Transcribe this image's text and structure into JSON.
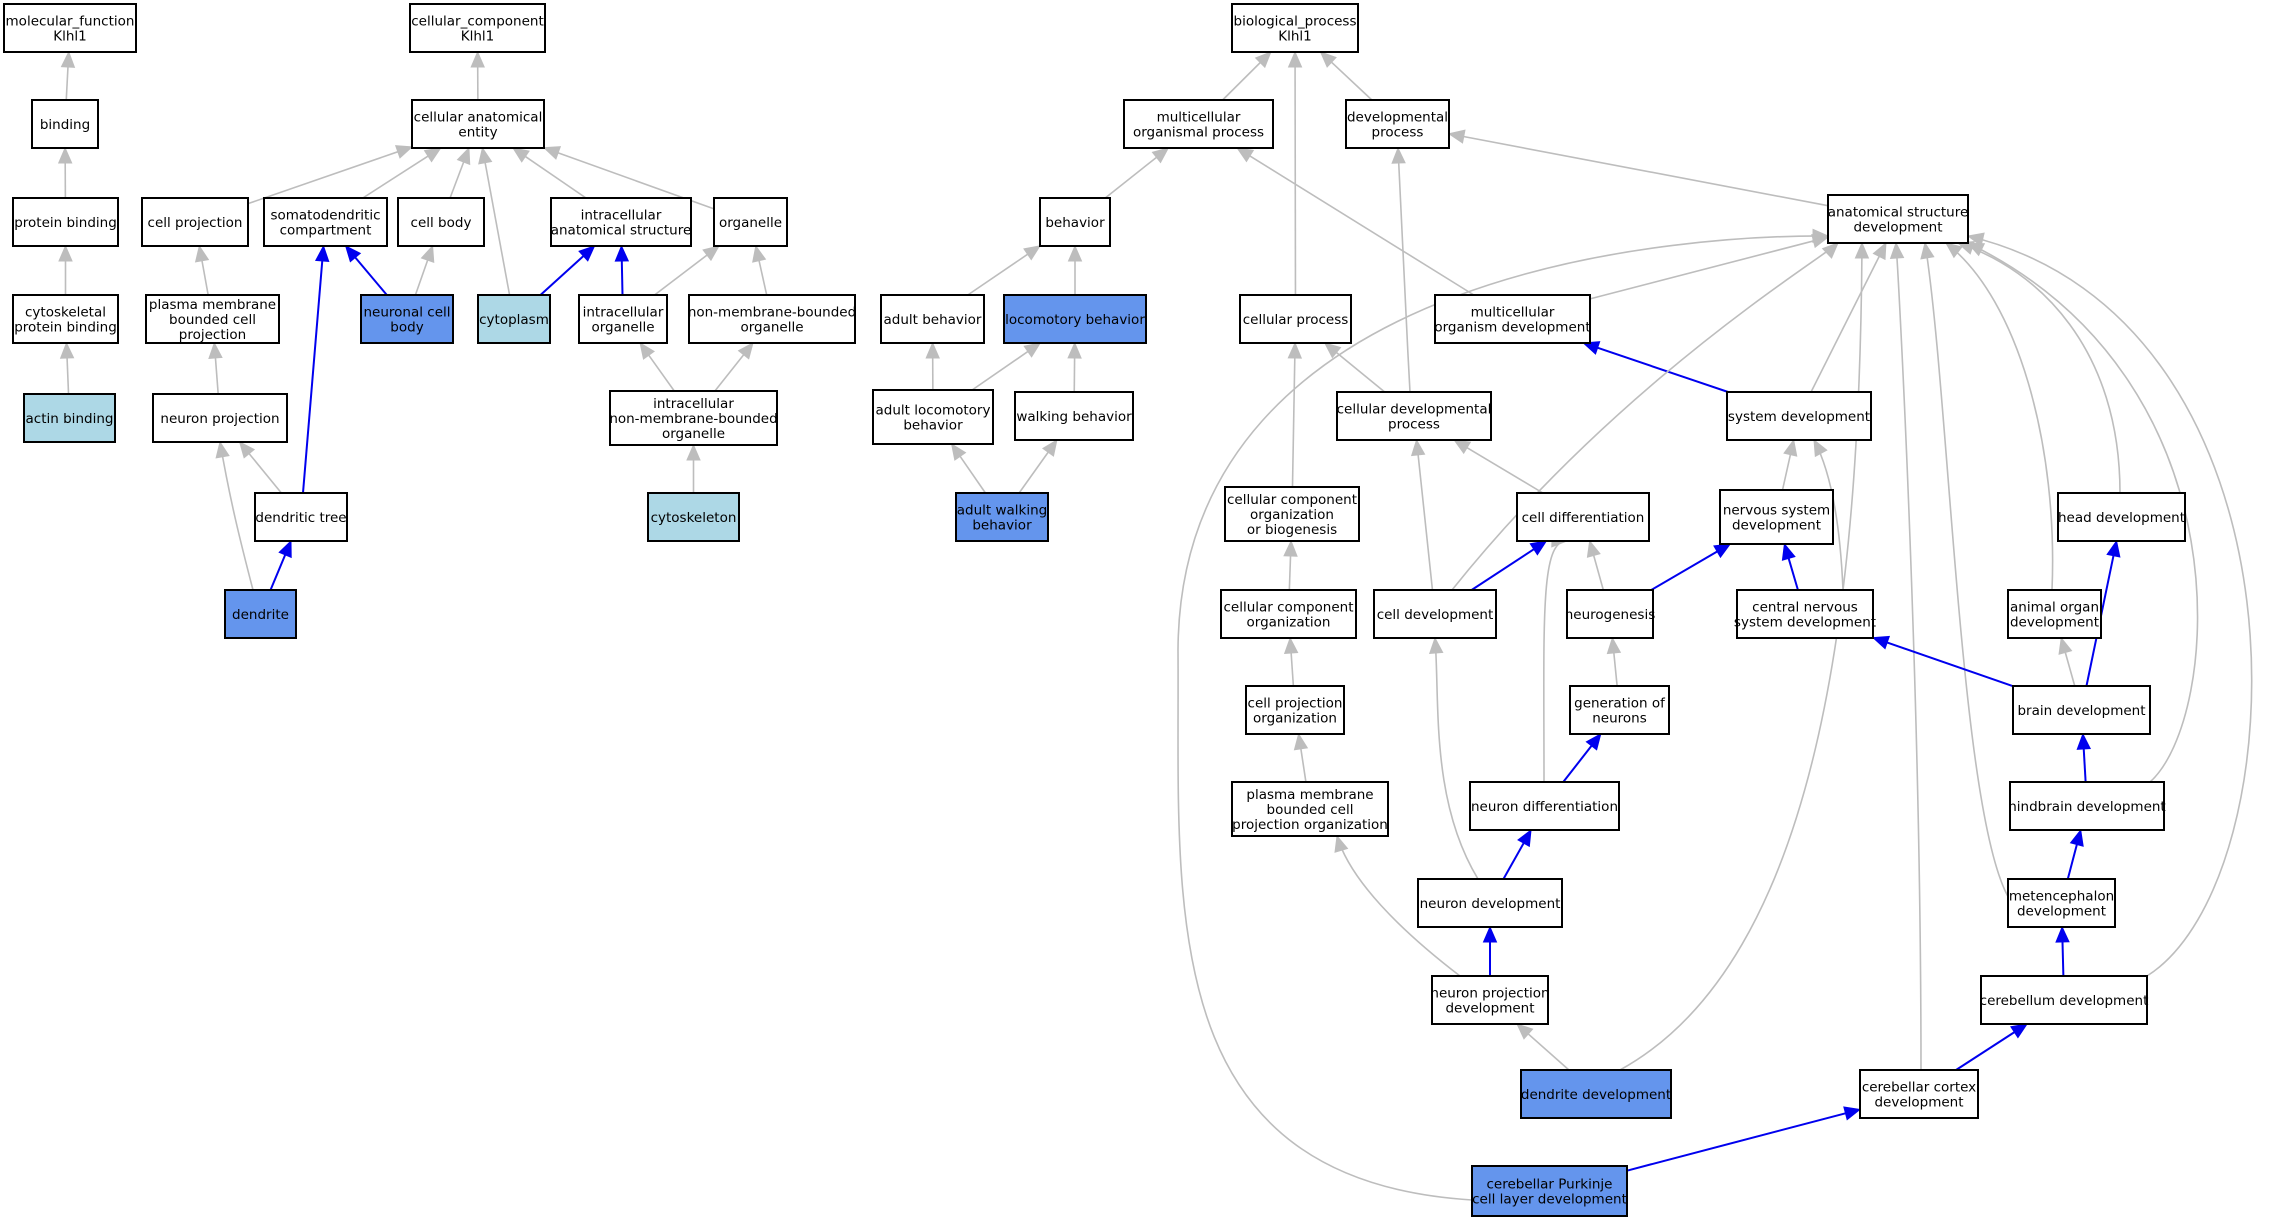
{
  "colors": {
    "plain": "#ffffff",
    "highlight_dark": "#6495ed",
    "highlight_light": "#add8e6",
    "edge_grey": "#bdbdbd",
    "edge_blue": "#0000ee"
  },
  "nodes": {
    "mf": {
      "lines": [
        "molecular_function",
        "Klhl1"
      ],
      "style": "plain"
    },
    "binding": {
      "lines": [
        "binding"
      ],
      "style": "plain"
    },
    "protbind": {
      "lines": [
        "protein binding"
      ],
      "style": "plain"
    },
    "cytobind": {
      "lines": [
        "cytoskeletal",
        "protein binding"
      ],
      "style": "plain"
    },
    "actin": {
      "lines": [
        "actin binding"
      ],
      "style": "light"
    },
    "cc": {
      "lines": [
        "cellular_component",
        "Klhl1"
      ],
      "style": "plain"
    },
    "cae": {
      "lines": [
        "cellular anatomical",
        "entity"
      ],
      "style": "plain"
    },
    "cellproj": {
      "lines": [
        "cell projection"
      ],
      "style": "plain"
    },
    "somato": {
      "lines": [
        "somatodendritic",
        "compartment"
      ],
      "style": "plain"
    },
    "cellbody": {
      "lines": [
        "cell body"
      ],
      "style": "plain"
    },
    "ias": {
      "lines": [
        "intracellular",
        "anatomical structure"
      ],
      "style": "plain"
    },
    "organelle": {
      "lines": [
        "organelle"
      ],
      "style": "plain"
    },
    "pmbcp": {
      "lines": [
        "plasma membrane",
        "bounded cell",
        "projection"
      ],
      "style": "plain"
    },
    "neuronbody": {
      "lines": [
        "neuronal cell",
        "body"
      ],
      "style": "dark"
    },
    "cytoplasm": {
      "lines": [
        "cytoplasm"
      ],
      "style": "light"
    },
    "intraorg": {
      "lines": [
        "intracellular",
        "organelle"
      ],
      "style": "plain"
    },
    "nmbo": {
      "lines": [
        "non-membrane-bounded",
        "organelle"
      ],
      "style": "plain"
    },
    "neuronproj": {
      "lines": [
        "neuron projection"
      ],
      "style": "plain"
    },
    "inmbo": {
      "lines": [
        "intracellular",
        "non-membrane-bounded",
        "organelle"
      ],
      "style": "plain"
    },
    "dendtree": {
      "lines": [
        "dendritic tree"
      ],
      "style": "plain"
    },
    "cytoskel": {
      "lines": [
        "cytoskeleton"
      ],
      "style": "light"
    },
    "dendrite": {
      "lines": [
        "dendrite"
      ],
      "style": "dark"
    },
    "bp": {
      "lines": [
        "biological_process",
        "Klhl1"
      ],
      "style": "plain"
    },
    "mop": {
      "lines": [
        "multicellular",
        "organismal process"
      ],
      "style": "plain"
    },
    "devproc": {
      "lines": [
        "developmental",
        "process"
      ],
      "style": "plain"
    },
    "behavior": {
      "lines": [
        "behavior"
      ],
      "style": "plain"
    },
    "asd": {
      "lines": [
        "anatomical structure",
        "development"
      ],
      "style": "plain"
    },
    "adultbeh": {
      "lines": [
        "adult behavior"
      ],
      "style": "plain"
    },
    "locobeh": {
      "lines": [
        "locomotory behavior"
      ],
      "style": "dark"
    },
    "cellproc": {
      "lines": [
        "cellular process"
      ],
      "style": "plain"
    },
    "mod": {
      "lines": [
        "multicellular",
        "organism development"
      ],
      "style": "plain"
    },
    "alb": {
      "lines": [
        "adult locomotory",
        "behavior"
      ],
      "style": "plain"
    },
    "walkbeh": {
      "lines": [
        "walking behavior"
      ],
      "style": "plain"
    },
    "cdp": {
      "lines": [
        "cellular developmental",
        "process"
      ],
      "style": "plain"
    },
    "sysdev": {
      "lines": [
        "system development"
      ],
      "style": "plain"
    },
    "awb": {
      "lines": [
        "adult walking",
        "behavior"
      ],
      "style": "dark"
    },
    "ccob": {
      "lines": [
        "cellular component",
        "organization",
        "or biogenesis"
      ],
      "style": "plain"
    },
    "celldiff": {
      "lines": [
        "cell differentiation"
      ],
      "style": "plain"
    },
    "nsd": {
      "lines": [
        "nervous system",
        "development"
      ],
      "style": "plain"
    },
    "headdev": {
      "lines": [
        "head development"
      ],
      "style": "plain"
    },
    "cco": {
      "lines": [
        "cellular component",
        "organization"
      ],
      "style": "plain"
    },
    "celldev": {
      "lines": [
        "cell development"
      ],
      "style": "plain"
    },
    "neurogen": {
      "lines": [
        "neurogenesis"
      ],
      "style": "plain"
    },
    "cnsd": {
      "lines": [
        "central nervous",
        "system development"
      ],
      "style": "plain"
    },
    "aod": {
      "lines": [
        "animal organ",
        "development"
      ],
      "style": "plain"
    },
    "cpo": {
      "lines": [
        "cell projection",
        "organization"
      ],
      "style": "plain"
    },
    "gon": {
      "lines": [
        "generation of",
        "neurons"
      ],
      "style": "plain"
    },
    "braindev": {
      "lines": [
        "brain development"
      ],
      "style": "plain"
    },
    "pmbcpo": {
      "lines": [
        "plasma membrane",
        "bounded cell",
        "projection organization"
      ],
      "style": "plain"
    },
    "neurdiff": {
      "lines": [
        "neuron differentiation"
      ],
      "style": "plain"
    },
    "hindbrain": {
      "lines": [
        "hindbrain development"
      ],
      "style": "plain"
    },
    "neurdev": {
      "lines": [
        "neuron development"
      ],
      "style": "plain"
    },
    "meten": {
      "lines": [
        "metencephalon",
        "development"
      ],
      "style": "plain"
    },
    "npd": {
      "lines": [
        "neuron projection",
        "development"
      ],
      "style": "plain"
    },
    "cerebdev": {
      "lines": [
        "cerebellum development"
      ],
      "style": "plain"
    },
    "denddev": {
      "lines": [
        "dendrite development"
      ],
      "style": "dark"
    },
    "ccd": {
      "lines": [
        "cerebellar cortex",
        "development"
      ],
      "style": "plain"
    },
    "cpcld": {
      "lines": [
        "cerebellar Purkinje",
        "cell layer development"
      ],
      "style": "dark"
    }
  },
  "edges": [
    {
      "from": "binding",
      "to": "mf",
      "kind": "grey"
    },
    {
      "from": "protbind",
      "to": "binding",
      "kind": "grey"
    },
    {
      "from": "cytobind",
      "to": "protbind",
      "kind": "grey"
    },
    {
      "from": "actin",
      "to": "cytobind",
      "kind": "grey"
    },
    {
      "from": "cae",
      "to": "cc",
      "kind": "grey"
    },
    {
      "from": "cellproj",
      "to": "cae",
      "kind": "grey"
    },
    {
      "from": "somato",
      "to": "cae",
      "kind": "grey"
    },
    {
      "from": "cellbody",
      "to": "cae",
      "kind": "grey"
    },
    {
      "from": "cytoplasm",
      "to": "cae",
      "kind": "grey"
    },
    {
      "from": "ias",
      "to": "cae",
      "kind": "grey"
    },
    {
      "from": "organelle",
      "to": "cae",
      "kind": "grey"
    },
    {
      "from": "pmbcp",
      "to": "cellproj",
      "kind": "grey"
    },
    {
      "from": "neuronproj",
      "to": "pmbcp",
      "kind": "grey"
    },
    {
      "from": "dendtree",
      "to": "neuronproj",
      "kind": "grey"
    },
    {
      "from": "dendrite",
      "to": "neuronproj",
      "kind": "grey"
    },
    {
      "from": "dendtree",
      "to": "somato",
      "kind": "blue"
    },
    {
      "from": "dendrite",
      "to": "dendtree",
      "kind": "blue"
    },
    {
      "from": "neuronbody",
      "to": "somato",
      "kind": "blue"
    },
    {
      "from": "neuronbody",
      "to": "cellbody",
      "kind": "grey"
    },
    {
      "from": "cytoplasm",
      "to": "ias",
      "kind": "blue"
    },
    {
      "from": "intraorg",
      "to": "ias",
      "kind": "blue"
    },
    {
      "from": "intraorg",
      "to": "organelle",
      "kind": "grey"
    },
    {
      "from": "nmbo",
      "to": "organelle",
      "kind": "grey"
    },
    {
      "from": "inmbo",
      "to": "intraorg",
      "kind": "grey"
    },
    {
      "from": "inmbo",
      "to": "nmbo",
      "kind": "grey"
    },
    {
      "from": "cytoskel",
      "to": "inmbo",
      "kind": "grey"
    },
    {
      "from": "mop",
      "to": "bp",
      "kind": "grey"
    },
    {
      "from": "devproc",
      "to": "bp",
      "kind": "grey"
    },
    {
      "from": "cellproc",
      "to": "bp",
      "kind": "grey"
    },
    {
      "from": "behavior",
      "to": "mop",
      "kind": "grey"
    },
    {
      "from": "mod",
      "to": "mop",
      "kind": "grey"
    },
    {
      "from": "asd",
      "to": "devproc",
      "kind": "grey"
    },
    {
      "from": "cdp",
      "to": "devproc",
      "kind": "grey"
    },
    {
      "from": "adultbeh",
      "to": "behavior",
      "kind": "grey"
    },
    {
      "from": "locobeh",
      "to": "behavior",
      "kind": "grey"
    },
    {
      "from": "alb",
      "to": "adultbeh",
      "kind": "grey"
    },
    {
      "from": "alb",
      "to": "locobeh",
      "kind": "grey"
    },
    {
      "from": "walkbeh",
      "to": "locobeh",
      "kind": "grey"
    },
    {
      "from": "awb",
      "to": "alb",
      "kind": "grey"
    },
    {
      "from": "awb",
      "to": "walkbeh",
      "kind": "grey"
    },
    {
      "from": "mod",
      "to": "asd",
      "kind": "grey"
    },
    {
      "from": "sysdev",
      "to": "mod",
      "kind": "blue"
    },
    {
      "from": "sysdev",
      "to": "asd",
      "kind": "grey"
    },
    {
      "from": "celldev",
      "to": "asd",
      "kind": "grey"
    },
    {
      "from": "denddev",
      "to": "asd",
      "kind": "grey"
    },
    {
      "from": "headdev",
      "to": "asd",
      "kind": "grey"
    },
    {
      "from": "aod",
      "to": "asd",
      "kind": "grey"
    },
    {
      "from": "hindbrain",
      "to": "asd",
      "kind": "grey"
    },
    {
      "from": "meten",
      "to": "asd",
      "kind": "grey"
    },
    {
      "from": "cerebdev",
      "to": "asd",
      "kind": "grey"
    },
    {
      "from": "ccd",
      "to": "asd",
      "kind": "grey"
    },
    {
      "from": "cpcld",
      "to": "asd",
      "kind": "grey"
    },
    {
      "from": "cdp",
      "to": "cellproc",
      "kind": "grey"
    },
    {
      "from": "ccob",
      "to": "cellproc",
      "kind": "grey"
    },
    {
      "from": "celldiff",
      "to": "cdp",
      "kind": "grey"
    },
    {
      "from": "celldev",
      "to": "cdp",
      "kind": "grey"
    },
    {
      "from": "cco",
      "to": "ccob",
      "kind": "grey"
    },
    {
      "from": "cpo",
      "to": "cco",
      "kind": "grey"
    },
    {
      "from": "pmbcpo",
      "to": "cpo",
      "kind": "grey"
    },
    {
      "from": "npd",
      "to": "pmbcpo",
      "kind": "grey"
    },
    {
      "from": "celldev",
      "to": "celldiff",
      "kind": "blue"
    },
    {
      "from": "neurogen",
      "to": "celldiff",
      "kind": "grey"
    },
    {
      "from": "neurdiff",
      "to": "celldiff",
      "kind": "grey"
    },
    {
      "from": "neurogen",
      "to": "nsd",
      "kind": "blue"
    },
    {
      "from": "cnsd",
      "to": "nsd",
      "kind": "blue"
    },
    {
      "from": "nsd",
      "to": "sysdev",
      "kind": "grey"
    },
    {
      "from": "cnsd",
      "to": "sysdev",
      "kind": "grey"
    },
    {
      "from": "braindev",
      "to": "cnsd",
      "kind": "blue"
    },
    {
      "from": "braindev",
      "to": "headdev",
      "kind": "blue"
    },
    {
      "from": "braindev",
      "to": "aod",
      "kind": "grey"
    },
    {
      "from": "gon",
      "to": "neurogen",
      "kind": "grey"
    },
    {
      "from": "neurdiff",
      "to": "gon",
      "kind": "blue"
    },
    {
      "from": "neurdev",
      "to": "neurdiff",
      "kind": "blue"
    },
    {
      "from": "neurdev",
      "to": "celldev",
      "kind": "grey"
    },
    {
      "from": "npd",
      "to": "neurdev",
      "kind": "blue"
    },
    {
      "from": "denddev",
      "to": "npd",
      "kind": "grey"
    },
    {
      "from": "hindbrain",
      "to": "braindev",
      "kind": "blue"
    },
    {
      "from": "meten",
      "to": "hindbrain",
      "kind": "blue"
    },
    {
      "from": "cerebdev",
      "to": "meten",
      "kind": "blue"
    },
    {
      "from": "ccd",
      "to": "cerebdev",
      "kind": "blue"
    },
    {
      "from": "cpcld",
      "to": "ccd",
      "kind": "blue"
    }
  ]
}
